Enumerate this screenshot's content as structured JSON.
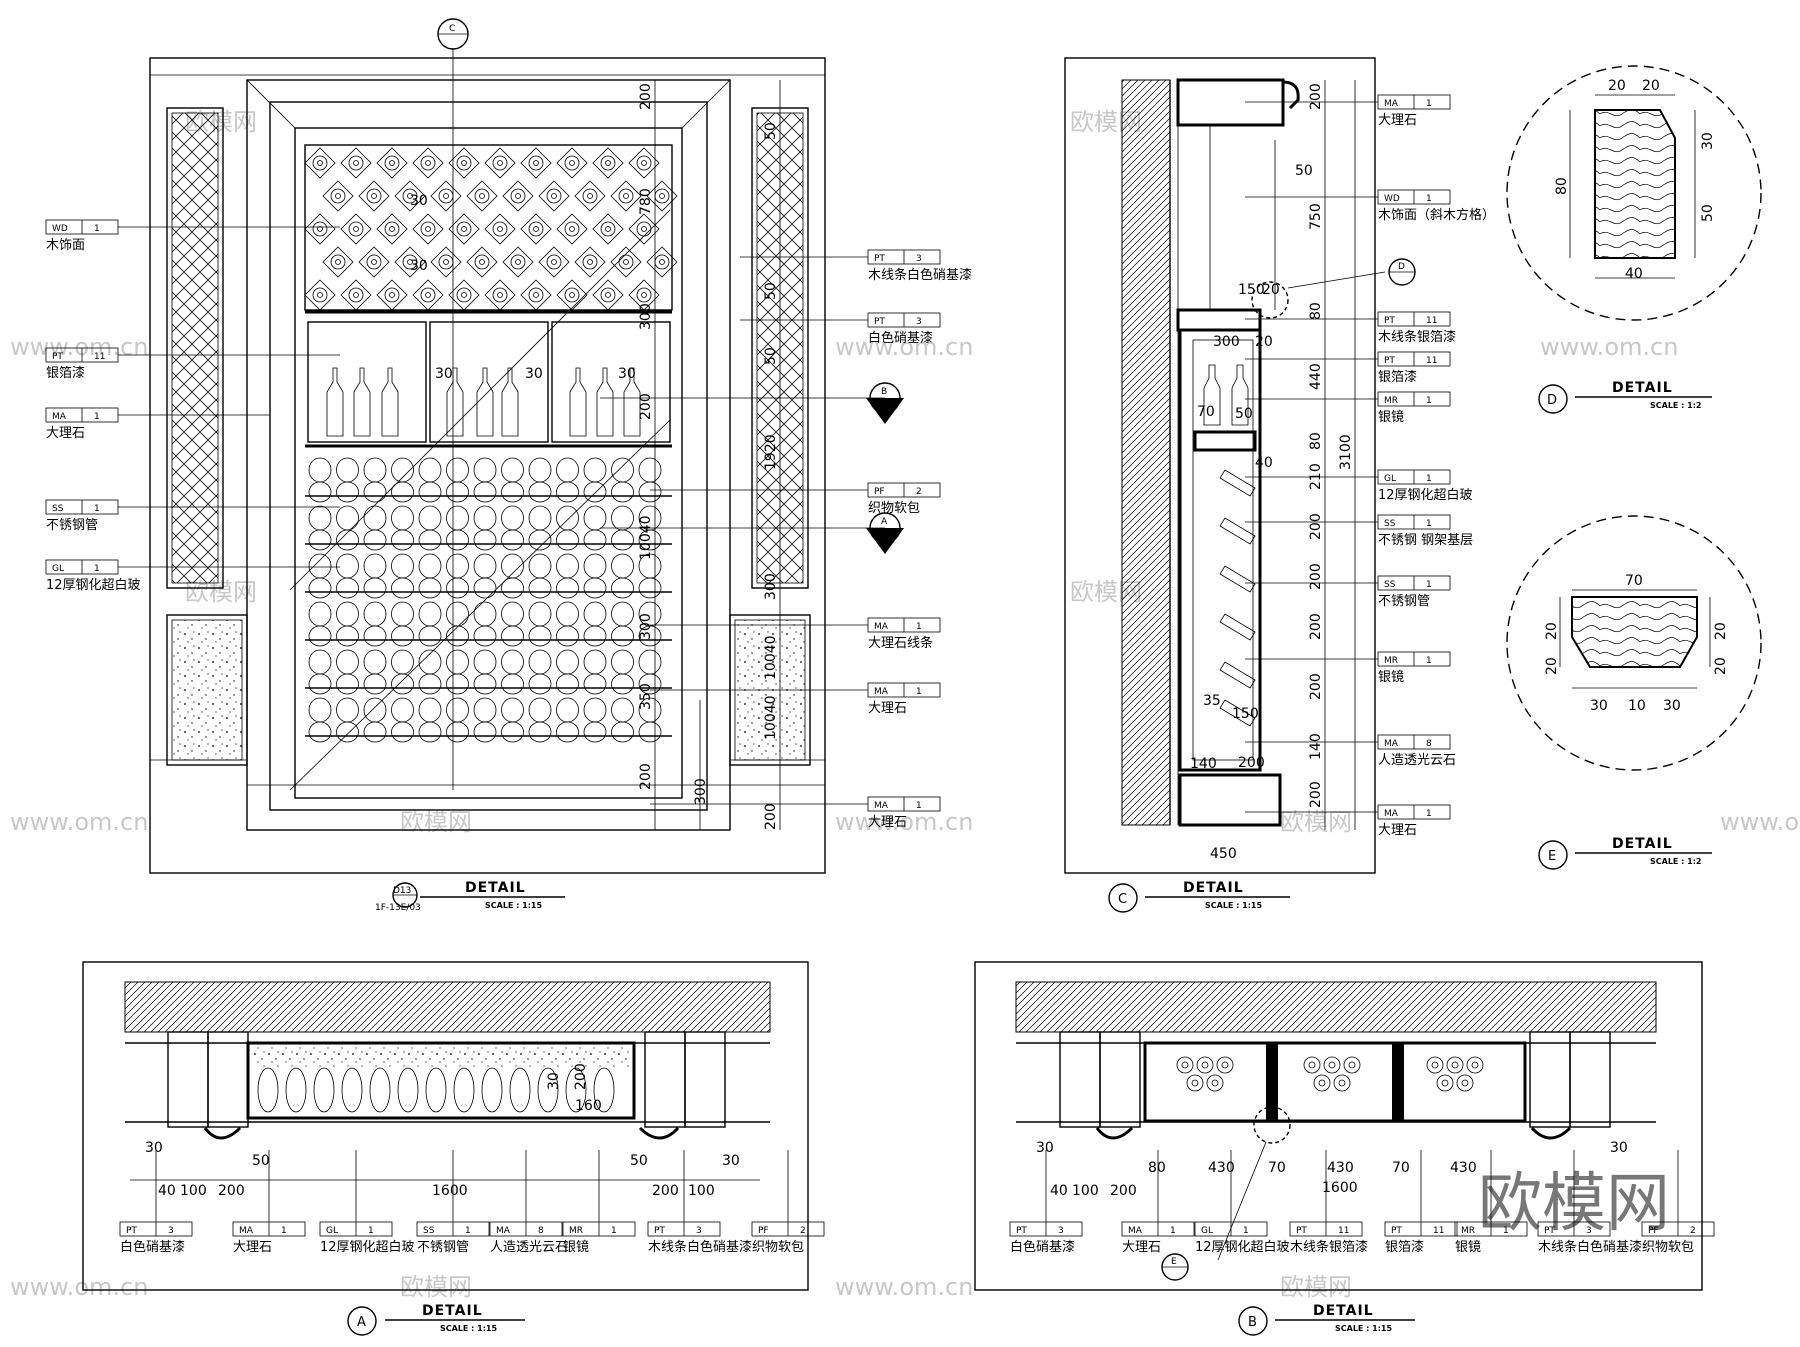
{
  "watermark": {
    "site": "www.om.cn",
    "brand": "欧模网"
  },
  "elev_main": {
    "title": "DETAIL",
    "scale": "SCALE : 1:15",
    "ref_top": "D13",
    "ref_bottom": "1F-13E/03",
    "section_c": "C",
    "section_b": "B",
    "section_a": "A",
    "dims_right": [
      "200",
      "50",
      "780",
      "50",
      "300",
      "50",
      "200",
      "1920",
      "10040",
      "300",
      "300",
      "10040",
      "350",
      "10040",
      "200",
      "200"
    ],
    "dim_300": "300",
    "dims_inner": [
      "30",
      "30",
      "30",
      "30",
      "30"
    ],
    "left_tags": [
      {
        "code": "WD",
        "num": "1",
        "text": "木饰面"
      },
      {
        "code": "PT",
        "num": "11",
        "text": "银箔漆"
      },
      {
        "code": "MA",
        "num": "1",
        "text": "大理石"
      },
      {
        "code": "SS",
        "num": "1",
        "text": "不锈钢管"
      },
      {
        "code": "GL",
        "num": "1",
        "text": "12厚钢化超白玻"
      }
    ],
    "right_tags": [
      {
        "code": "PT",
        "num": "3",
        "text": "木线条白色硝基漆"
      },
      {
        "code": "PT",
        "num": "3",
        "text": "白色硝基漆"
      },
      {
        "code": "PF",
        "num": "2",
        "text": "织物软包"
      },
      {
        "code": "MA",
        "num": "1",
        "text": "大理石线条"
      },
      {
        "code": "MA",
        "num": "1",
        "text": "大理石"
      },
      {
        "code": "MA",
        "num": "1",
        "text": "大理石"
      }
    ]
  },
  "elev_c": {
    "title": "DETAIL",
    "scale": "SCALE : 1:15",
    "label": "C",
    "section_d": "D",
    "dims": [
      "200",
      "750",
      "80",
      "440",
      "80",
      "210",
      "200",
      "200",
      "200",
      "200",
      "140",
      "200",
      "3100"
    ],
    "inner_dims": [
      "50",
      "150",
      "20",
      "300",
      "20",
      "70",
      "50",
      "40",
      "35",
      "150",
      "140",
      "200",
      "450"
    ],
    "tags": [
      {
        "code": "MA",
        "num": "1",
        "text": "大理石"
      },
      {
        "code": "WD",
        "num": "1",
        "text": "木饰面（斜木方格）"
      },
      {
        "code": "PT",
        "num": "11",
        "text": "木线条银箔漆"
      },
      {
        "code": "PT",
        "num": "11",
        "text": "银箔漆"
      },
      {
        "code": "MR",
        "num": "1",
        "text": "银镜"
      },
      {
        "code": "GL",
        "num": "1",
        "text": "12厚钢化超白玻"
      },
      {
        "code": "SS",
        "num": "1",
        "text": "不锈钢 钢架基层"
      },
      {
        "code": "SS",
        "num": "1",
        "text": "不锈钢管"
      },
      {
        "code": "MR",
        "num": "1",
        "text": "银镜"
      },
      {
        "code": "MA",
        "num": "8",
        "text": "人造透光云石"
      },
      {
        "code": "MA",
        "num": "1",
        "text": "大理石"
      }
    ]
  },
  "detail_d": {
    "title": "DETAIL",
    "scale": "SCALE : 1:2",
    "label": "D",
    "dims": [
      "20",
      "20",
      "30",
      "80",
      "50",
      "40"
    ]
  },
  "detail_e": {
    "title": "DETAIL",
    "scale": "SCALE : 1:2",
    "label": "E",
    "dims": [
      "70",
      "20",
      "20",
      "20",
      "20",
      "30",
      "10",
      "30"
    ]
  },
  "plan_a": {
    "title": "DETAIL",
    "scale": "SCALE : 1:15",
    "label": "A",
    "dims": [
      "30",
      "40",
      "100",
      "200",
      "50",
      "1600",
      "50",
      "200",
      "100",
      "30",
      "30",
      "160",
      "200"
    ],
    "tags": [
      {
        "code": "PT",
        "num": "3",
        "text": "白色硝基漆"
      },
      {
        "code": "MA",
        "num": "1",
        "text": "大理石"
      },
      {
        "code": "GL",
        "num": "1",
        "text": "12厚钢化超白玻"
      },
      {
        "code": "SS",
        "num": "1",
        "text": "不锈钢管"
      },
      {
        "code": "MA",
        "num": "8",
        "text": "人造透光云石"
      },
      {
        "code": "MR",
        "num": "1",
        "text": "银镜"
      },
      {
        "code": "PT",
        "num": "3",
        "text": "木线条白色硝基漆"
      },
      {
        "code": "PF",
        "num": "2",
        "text": "织物软包"
      }
    ]
  },
  "plan_b": {
    "title": "DETAIL",
    "scale": "SCALE : 1:15",
    "label": "B",
    "section_e": "E",
    "dims": [
      "30",
      "40",
      "100",
      "200",
      "80",
      "430",
      "70",
      "430",
      "70",
      "430",
      "1600",
      "30"
    ],
    "tags": [
      {
        "code": "PT",
        "num": "3",
        "text": "白色硝基漆"
      },
      {
        "code": "MA",
        "num": "1",
        "text": "大理石"
      },
      {
        "code": "GL",
        "num": "1",
        "text": "12厚钢化超白玻"
      },
      {
        "code": "PT",
        "num": "11",
        "text": "木线条银箔漆"
      },
      {
        "code": "PT",
        "num": "11",
        "text": "银箔漆"
      },
      {
        "code": "MR",
        "num": "1",
        "text": "银镜"
      },
      {
        "code": "PT",
        "num": "3",
        "text": "木线条白色硝基漆"
      },
      {
        "code": "PF",
        "num": "2",
        "text": "织物软包"
      }
    ]
  }
}
